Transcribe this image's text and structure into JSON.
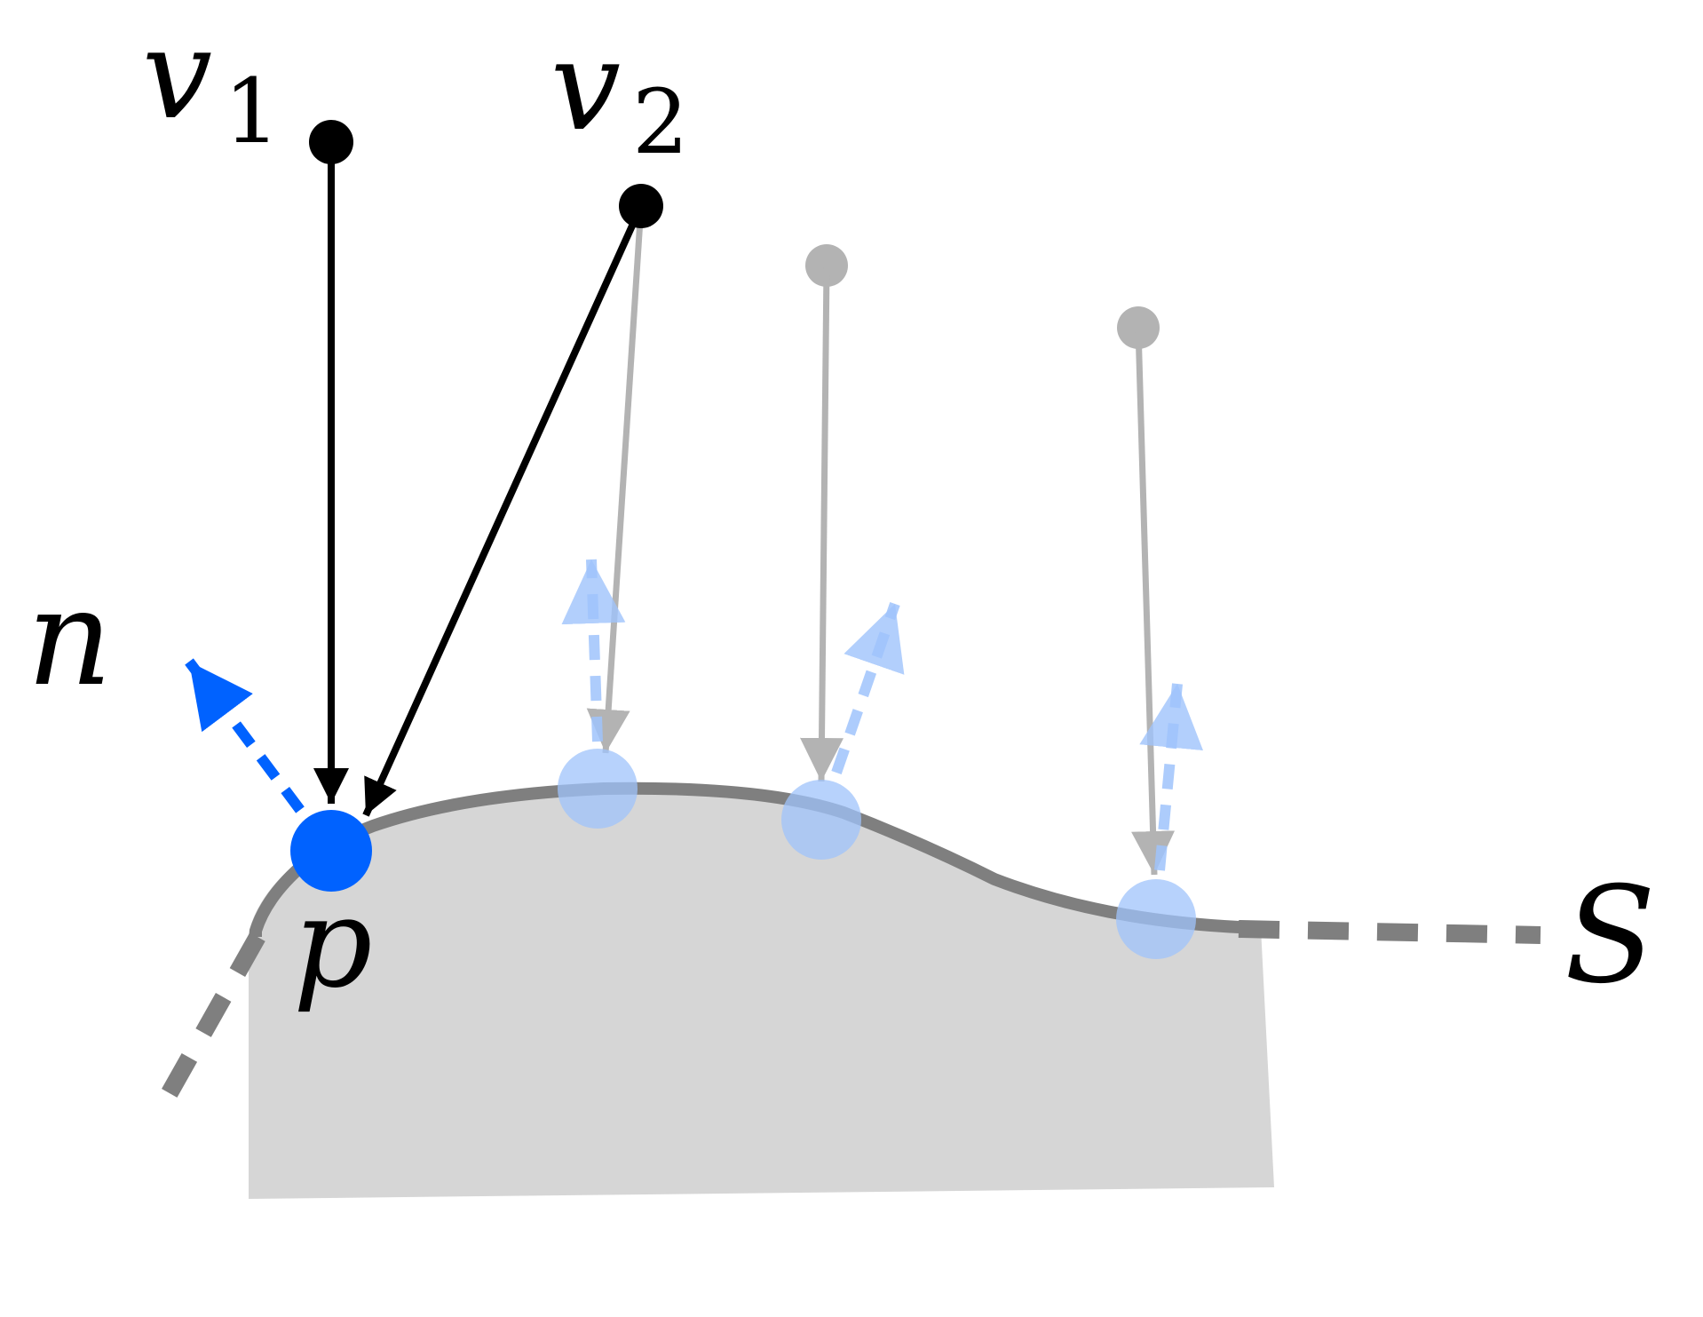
{
  "labels": {
    "v1_base": "v",
    "v1_sub": "1",
    "v2_base": "v",
    "v2_sub": "2",
    "normal": "n",
    "point": "p",
    "surface": "S"
  },
  "colors": {
    "background": "#ffffff",
    "black": "#000000",
    "blue": "#0062ff",
    "light_blue": "#9fc3fb",
    "surface_fill": "#d6d6d6",
    "surface_curve": "#7f7f7f",
    "faded_gray": "#b3b3b3"
  }
}
